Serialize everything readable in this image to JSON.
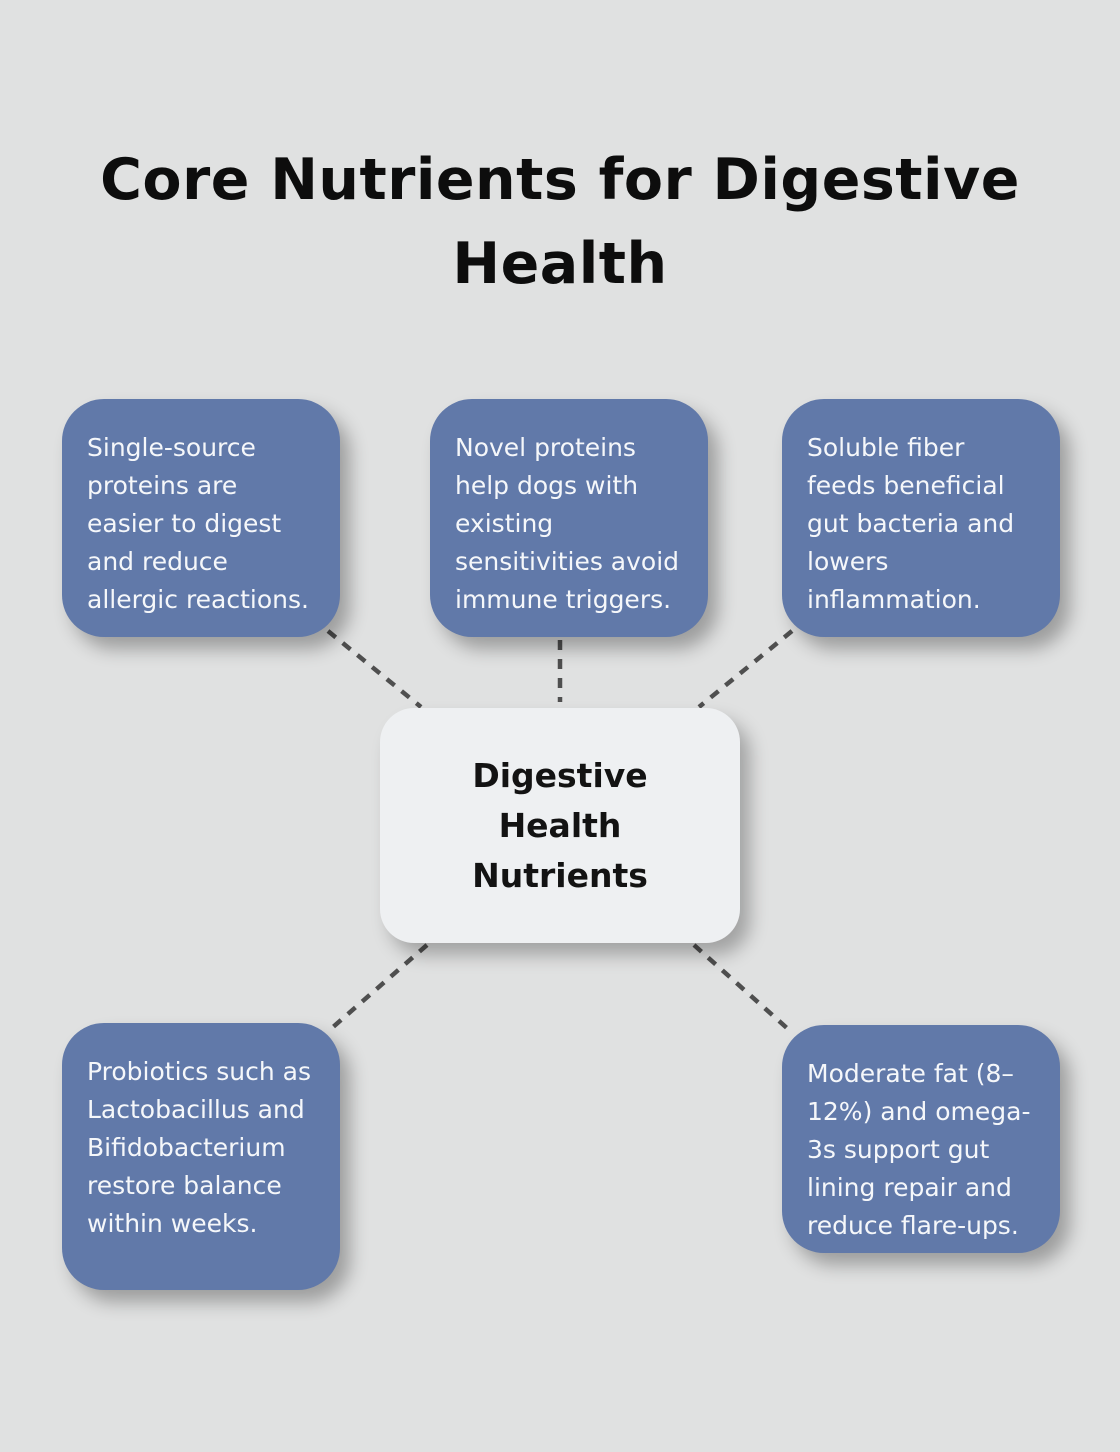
{
  "title": "Core Nutrients for Digestive Health",
  "center": {
    "label": "Digestive Health Nutrients"
  },
  "nodes": [
    {
      "id": "single-source-proteins",
      "text": "Single-source proteins are easier to digest and reduce allergic reactions."
    },
    {
      "id": "novel-proteins",
      "text": "Novel proteins help dogs with existing sensitivities avoid immune triggers."
    },
    {
      "id": "soluble-fiber",
      "text": "Soluble fiber feeds beneficial gut bacteria and lowers inflammation."
    },
    {
      "id": "probiotics",
      "text": "Probiotics such as Lactobacillus and Bifidobacterium restore balance within weeks."
    },
    {
      "id": "moderate-fat",
      "text": "Moderate fat (8–12%) and omega-3s support gut lining repair and reduce flare-ups."
    }
  ],
  "colors": {
    "background": "#e0e1e1",
    "node_fill": "#6179a9",
    "node_text": "#f5f7fa",
    "center_fill": "#eef0f2",
    "center_text": "#131313",
    "connector": "#4f4f4f",
    "title_text": "#0d0d0d"
  }
}
